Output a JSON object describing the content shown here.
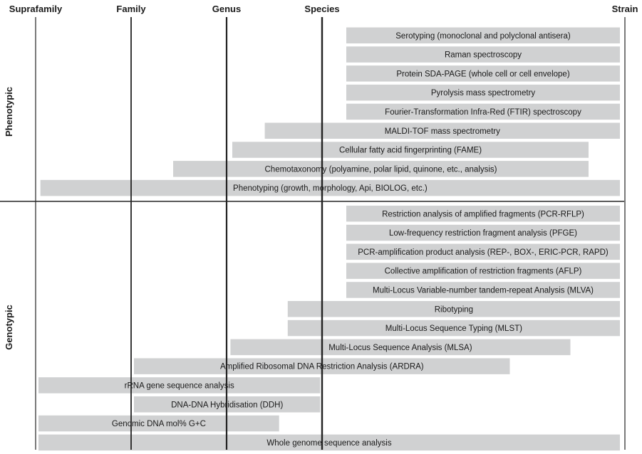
{
  "levels": [
    "Suprafamily",
    "Family",
    "Genus",
    "Species",
    "Strain"
  ],
  "groups": [
    "Phenotypic",
    "Genotypic"
  ],
  "colors": {
    "bar": "#d0d1d2",
    "line": "#222222",
    "text": "#1a1a1a"
  },
  "methods": [
    {
      "group": "Phenotypic",
      "label": "Serotyping (monoclonal and polyclonal antisera)",
      "from": 3.08,
      "to": 4.0
    },
    {
      "group": "Phenotypic",
      "label": "Raman spectroscopy",
      "from": 3.08,
      "to": 4.0
    },
    {
      "group": "Phenotypic",
      "label": "Protein SDA-PAGE (whole cell or cell envelope)",
      "from": 3.08,
      "to": 4.0
    },
    {
      "group": "Phenotypic",
      "label": "Pyrolysis mass spectrometry",
      "from": 3.08,
      "to": 4.0
    },
    {
      "group": "Phenotypic",
      "label": "Fourier-Transformation Infra-Red (FTIR) spectroscopy",
      "from": 3.08,
      "to": 4.0
    },
    {
      "group": "Phenotypic",
      "label": "MALDI-TOF mass spectrometry",
      "from": 2.4,
      "to": 4.0
    },
    {
      "group": "Phenotypic",
      "label": "Cellular fatty acid fingerprinting (FAME)",
      "from": 2.06,
      "to": 3.88
    },
    {
      "group": "Phenotypic",
      "label": "Chemotaxonomy (polyamine, polar lipid, quinone, etc., analysis)",
      "from": 1.44,
      "to": 3.88
    },
    {
      "group": "Phenotypic",
      "label": "Phenotyping (growth, morphology, Api, BIOLOG, etc.)",
      "from": 0.05,
      "to": 4.0
    },
    {
      "group": "Genotypic",
      "label": "Restriction analysis of amplified fragments (PCR-RFLP)",
      "from": 3.08,
      "to": 4.0
    },
    {
      "group": "Genotypic",
      "label": "Low-frequency restriction fragment analysis (PFGE)",
      "from": 3.08,
      "to": 4.0
    },
    {
      "group": "Genotypic",
      "label": "PCR-amplification product analysis (REP-, BOX-, ERIC-PCR, RAPD)",
      "from": 3.08,
      "to": 4.0
    },
    {
      "group": "Genotypic",
      "label": "Collective amplification of restriction fragments (AFLP)",
      "from": 3.08,
      "to": 4.0
    },
    {
      "group": "Genotypic",
      "label": "Multi-Locus Variable-number tandem-repeat Analysis (MLVA)",
      "from": 3.08,
      "to": 4.0
    },
    {
      "group": "Genotypic",
      "label": "Ribotyping",
      "from": 2.64,
      "to": 4.0
    },
    {
      "group": "Genotypic",
      "label": "Multi-Locus Sequence Typing (MLST)",
      "from": 2.64,
      "to": 4.0
    },
    {
      "group": "Genotypic",
      "label": "Multi-Locus Sequence Analysis (MLSA)",
      "from": 2.04,
      "to": 3.82
    },
    {
      "group": "Genotypic",
      "label": "Amplified Ribosomal DNA Restriction Analysis (ARDRA)",
      "from": 1.03,
      "to": 3.62
    },
    {
      "group": "Genotypic",
      "label": "rRNA gene sequence analysis",
      "from": 0.03,
      "to": 2.98
    },
    {
      "group": "Genotypic",
      "label": "DNA-DNA Hybridisation (DDH)",
      "from": 1.03,
      "to": 2.98
    },
    {
      "group": "Genotypic",
      "label": "Genomic DNA mol% G+C",
      "from": 0.03,
      "to": 2.55
    },
    {
      "group": "Genotypic",
      "label": "Whole genome sequence analysis",
      "from": 0.03,
      "to": 4.0
    }
  ]
}
